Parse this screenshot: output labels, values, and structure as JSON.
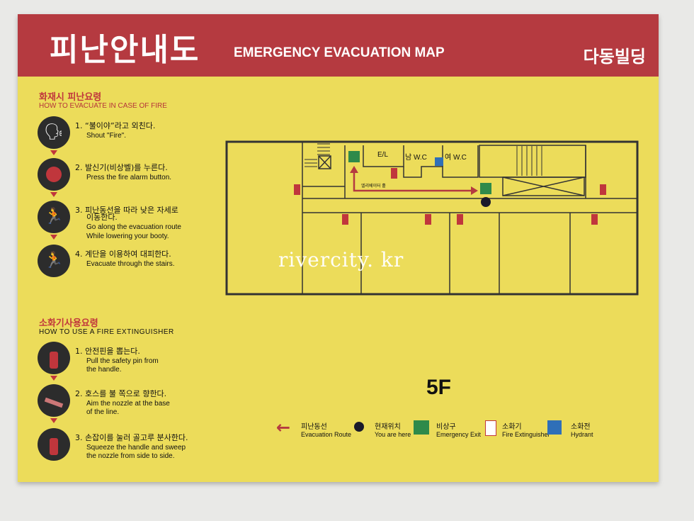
{
  "header": {
    "title_ko": "피난안내도",
    "title_en": "EMERGENCY EVACUATION MAP",
    "building": "다동빌딩"
  },
  "fire_section": {
    "title": "화재시 피난요령",
    "subtitle": "HOW TO EVACUATE  IN CASE OF FIRE",
    "steps": [
      {
        "ko": "1. “불이야”라고 외친다.",
        "en": [
          "Shout \"Fire\"."
        ],
        "icon": "shouting-person-icon"
      },
      {
        "ko": "2. 발신기(비상벨)를 누른다.",
        "en": [
          "Press the fire alarm button."
        ],
        "icon": "alarm-button-icon"
      },
      {
        "ko": "3. 피난동선을 따라 낮은 자세로",
        "ko2": "이동한다.",
        "en": [
          "Go along the evacuation route",
          "While lowering your booty."
        ],
        "icon": "crouching-runner-icon"
      },
      {
        "ko": "4. 계단을 이용하여 대피한다.",
        "en": [
          "Evacuate through the stairs."
        ],
        "icon": "stairs-runner-icon"
      }
    ]
  },
  "extinguisher_section": {
    "title": "소화기사용요령",
    "subtitle": "HOW TO USE A FIRE EXTINGUISHER",
    "steps": [
      {
        "ko": "1. 안전핀을 뽑는다.",
        "en": [
          "Pull the safety pin from",
          "the handle."
        ],
        "icon": "extinguisher-pin-icon"
      },
      {
        "ko": "2. 호스를 불 쪽으로 향한다.",
        "en": [
          "Aim the nozzle at the base",
          "of the line."
        ],
        "icon": "nozzle-icon"
      },
      {
        "ko": "3. 손잡이를 눌러 골고루 분사한다.",
        "en": [
          "Squeeze the handle and sweep",
          "the nozzle from side to side."
        ],
        "icon": "extinguisher-spray-icon"
      }
    ]
  },
  "map": {
    "rooms": {
      "elevator": "E/L",
      "men_wc": "남 W.C",
      "women_wc": "여 W.C",
      "elevator_hall": "엘리베이터 홀"
    },
    "floor": "5F"
  },
  "legend": [
    {
      "ko": "피난동선",
      "en": "Evacuation Route",
      "icon": "arrow-left-icon"
    },
    {
      "ko": "현재위치",
      "en": "You are here",
      "icon": "dot-icon"
    },
    {
      "ko": "비상구",
      "en": "Emergency Exit",
      "icon": "exit-icon"
    },
    {
      "ko": "소화기",
      "en": "Fire Extinguisher",
      "icon": "extinguisher-icon"
    },
    {
      "ko": "소화전",
      "en": "Hydrant",
      "icon": "hydrant-icon"
    }
  ],
  "watermark": "rivercity. kr",
  "colors": {
    "board": "#ecdc5a",
    "header": "#b53a40",
    "accent": "#c0363c",
    "exit_green": "#2f8a4a",
    "hydrant_blue": "#2f6fb8"
  }
}
